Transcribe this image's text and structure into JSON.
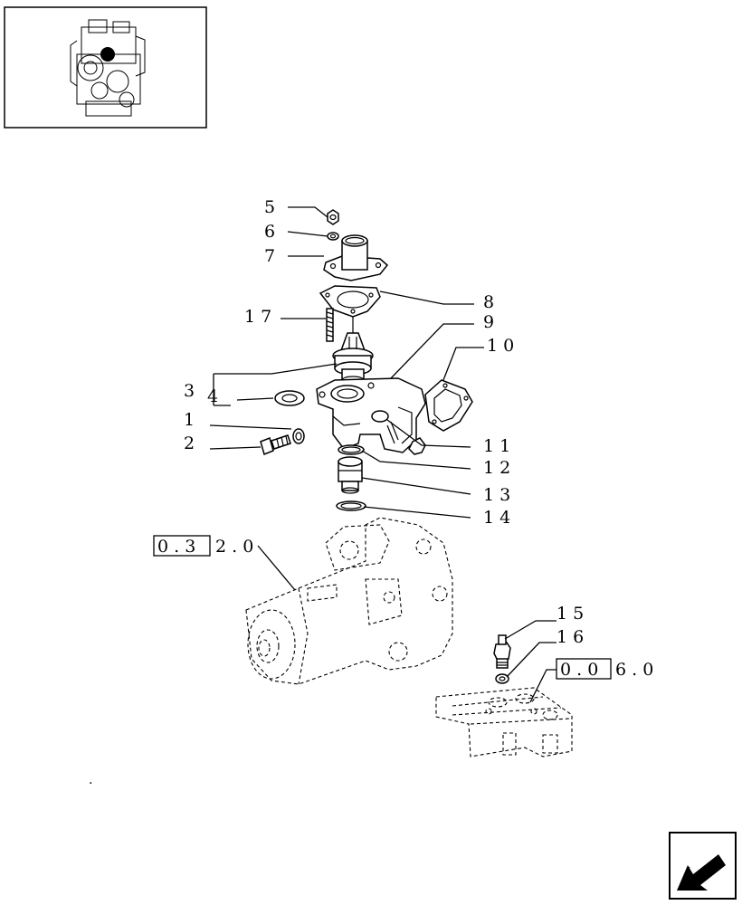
{
  "callouts": {
    "c1": "1",
    "c2": "2",
    "c3": "3",
    "c4": "4",
    "c5": "5",
    "c6": "6",
    "c7": "7",
    "c8": "8",
    "c9": "9",
    "c10": "1 0",
    "c11": "1 1",
    "c12": "1 2",
    "c13": "1 3",
    "c14": "1 4",
    "c15": "1 5",
    "c16": "1 6",
    "c17": "1 7"
  },
  "references": {
    "water_pump": {
      "boxed": "0 . 3",
      "rest": "2 . 0"
    },
    "cylinder_head": {
      "boxed": "0 . 0",
      "rest": "6 . 0"
    }
  },
  "footnote_mark": ".",
  "icons": {
    "thumbnail": "engine-thumbnail-icon",
    "navigation": "prev-page-arrow-icon"
  }
}
